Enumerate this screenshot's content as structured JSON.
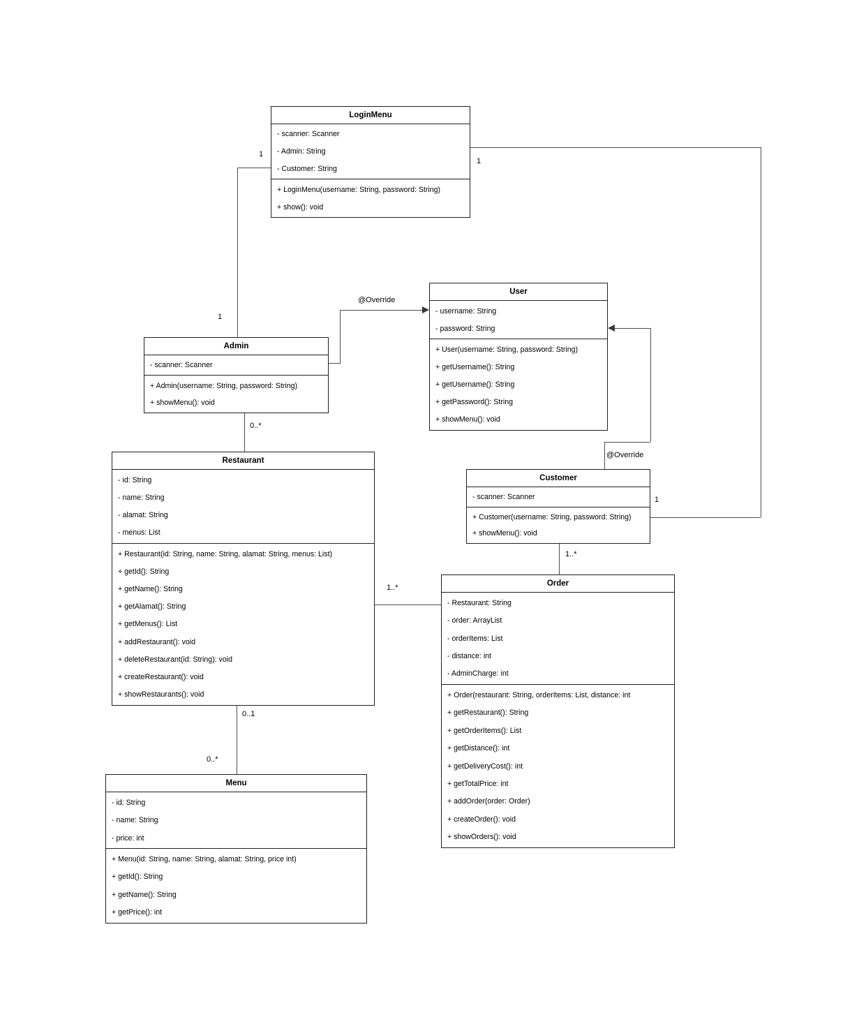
{
  "diagram": {
    "type": "uml-class-diagram",
    "classes": [
      {
        "name": "LoginMenu",
        "attributes": [
          "- scanner: Scanner",
          "- Admin: String",
          "- Customer: String"
        ],
        "methods": [
          "+ LoginMenu(username: String, password: String)",
          "+ show(): void"
        ]
      },
      {
        "name": "User",
        "attributes": [
          "- username: String",
          "- password: String"
        ],
        "methods": [
          "+ User(username: String, password: String)",
          "+ getUsername(): String",
          "+ getUsername(): String",
          "+ getPassword(): String",
          "+ showMenu(): void"
        ]
      },
      {
        "name": "Admin",
        "attributes": [
          "- scanner: Scanner"
        ],
        "methods": [
          "+ Admin(username: String, password: String)",
          "+ showMenu(): void"
        ]
      },
      {
        "name": "Restaurant",
        "attributes": [
          "- id: String",
          "- name: String",
          "- alamat: String",
          "- menus: List"
        ],
        "methods": [
          "+ Restaurant(id: String, name: String, alamat: String, menus: List)",
          "+ getId(): String",
          "+ getName(): String",
          "+ getAlamat(): String",
          "+ getMenus(): List",
          "+ addRestaurant(): void",
          "+ deleteRestaurant(id: String): void",
          "+ createRestaurant(): void",
          "+ showRestaurants(): void"
        ]
      },
      {
        "name": "Customer",
        "attributes": [
          "- scanner: Scanner"
        ],
        "methods": [
          "+ Customer(username: String, password: String)",
          "+ showMenu(): void"
        ]
      },
      {
        "name": "Order",
        "attributes": [
          "- Restaurant: String",
          "- order: ArrayList",
          "- orderItems: List",
          "- distance: int",
          "- AdminCharge: int"
        ],
        "methods": [
          "+ Order(restaurant: String, orderItems: List, distance: int",
          "+ getRestaurant(): String",
          "+ getOrderItems(): List",
          "+ getDistance(): int",
          "+ getDeliveryCost(): int",
          "+ getTotalPrice: int",
          "+ addOrder(order: Order)",
          "+ createOrder(): void",
          "+ showOrders(): void"
        ]
      },
      {
        "name": "Menu",
        "attributes": [
          "- id: String",
          "- name: String",
          "- price: int"
        ],
        "methods": [
          "+ Menu(id: String, name: String, alamat: String, price int)",
          "+ getId(): String",
          "+ getName(): String",
          "+ getPrice(): int"
        ]
      }
    ],
    "connections": [
      {
        "from": "LoginMenu",
        "to": "Admin",
        "source_label": "1",
        "target_label": "1"
      },
      {
        "from": "LoginMenu",
        "to": "Customer",
        "source_label": "1",
        "target_label": "1"
      },
      {
        "from": "Admin",
        "to": "User",
        "label": "@Override",
        "arrow": "into-user-left"
      },
      {
        "from": "Customer",
        "to": "User",
        "label": "@Override",
        "arrow": "into-user-right"
      },
      {
        "from": "Admin",
        "to": "Restaurant",
        "target_label": "0..*"
      },
      {
        "from": "Restaurant",
        "to": "Order",
        "label": "1..*"
      },
      {
        "from": "Customer",
        "to": "Order",
        "label": "1..*"
      },
      {
        "from": "Restaurant",
        "to": "Menu",
        "source_label": "0..1",
        "target_label": "0..*"
      }
    ]
  }
}
